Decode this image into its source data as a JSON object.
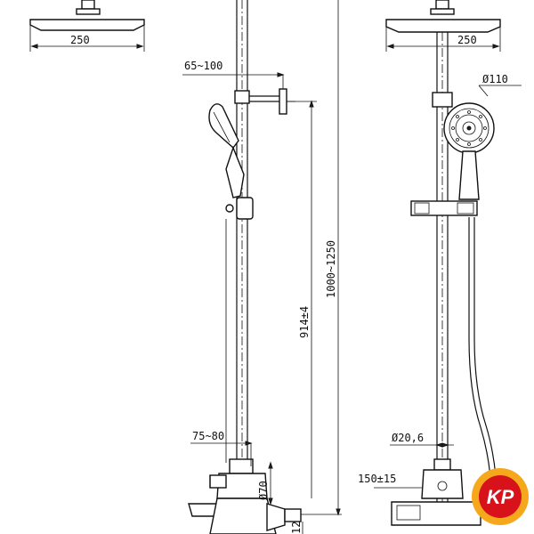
{
  "diagram": {
    "left_view": {
      "head_width_label": "250"
    },
    "side_view": {
      "arm_projection_label": "65~100",
      "bar_height_label": "914±4",
      "overall_height_label": "1000~1250",
      "mixer_projection_label": "75~80",
      "mixer_diameter_label": "Ø70",
      "bottom_partial_label": "12"
    },
    "front_view": {
      "head_width_label": "250",
      "hand_shower_diameter_label": "Ø110",
      "pipe_diameter_label": "Ø20,6",
      "inlet_spacing_label": "150±15"
    },
    "logo": {
      "text": "KP",
      "colors": {
        "ring": "#f5a81c",
        "inner": "#d8121b",
        "text": "#ffffff"
      }
    }
  }
}
